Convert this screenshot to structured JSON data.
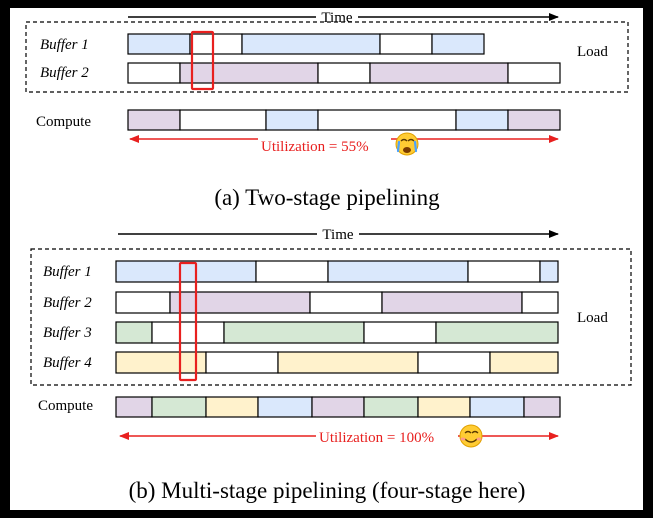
{
  "colors": {
    "blue": "#dae8fc",
    "purple": "#e1d5e7",
    "green": "#d5e8d4",
    "yellow": "#fff2cc",
    "white": "#ffffff",
    "red": "#e8201f"
  },
  "labels": {
    "time": "Time",
    "load": "Load",
    "compute": "Compute"
  },
  "part_a": {
    "caption": "(a) Two-stage pipelining",
    "utilization": "Utilization = 55%",
    "emoji": "crying-face",
    "buffers": [
      {
        "name": "Buffer 1",
        "segments": [
          [
            "blue",
            62
          ],
          [
            "white",
            52
          ],
          [
            "blue",
            138
          ],
          [
            "white",
            52
          ],
          [
            "blue",
            52
          ]
        ]
      },
      {
        "name": "Buffer 2",
        "segments": [
          [
            "white",
            52
          ],
          [
            "purple",
            138
          ],
          [
            "white",
            52
          ],
          [
            "purple",
            138
          ],
          [
            "white",
            52
          ]
        ]
      }
    ],
    "compute": [
      [
        "purple",
        52
      ],
      [
        "white",
        86
      ],
      [
        "blue",
        52
      ],
      [
        "white",
        138
      ],
      [
        "blue",
        52
      ],
      [
        "purple",
        52
      ]
    ]
  },
  "part_b": {
    "caption": "(b) Multi-stage pipelining (four-stage here)",
    "utilization": "Utilization = 100%",
    "emoji": "smiling-face",
    "buffers": [
      {
        "name": "Buffer 1",
        "segments": [
          [
            "blue",
            140
          ],
          [
            "white",
            72
          ],
          [
            "blue",
            140
          ],
          [
            "white",
            72
          ],
          [
            "blue",
            18
          ]
        ]
      },
      {
        "name": "Buffer 2",
        "segments": [
          [
            "white",
            54
          ],
          [
            "purple",
            140
          ],
          [
            "white",
            72
          ],
          [
            "purple",
            140
          ],
          [
            "white",
            36
          ]
        ]
      },
      {
        "name": "Buffer 3",
        "segments": [
          [
            "green",
            36
          ],
          [
            "white",
            72
          ],
          [
            "green",
            140
          ],
          [
            "white",
            72
          ],
          [
            "green",
            122
          ]
        ]
      },
      {
        "name": "Buffer 4",
        "segments": [
          [
            "yellow",
            90
          ],
          [
            "white",
            72
          ],
          [
            "yellow",
            140
          ],
          [
            "white",
            72
          ],
          [
            "yellow",
            68
          ]
        ]
      }
    ],
    "compute": [
      [
        "purple",
        36
      ],
      [
        "green",
        54
      ],
      [
        "yellow",
        52
      ],
      [
        "blue",
        54
      ],
      [
        "purple",
        52
      ],
      [
        "green",
        54
      ],
      [
        "yellow",
        52
      ],
      [
        "blue",
        54
      ],
      [
        "purple",
        36
      ]
    ]
  }
}
